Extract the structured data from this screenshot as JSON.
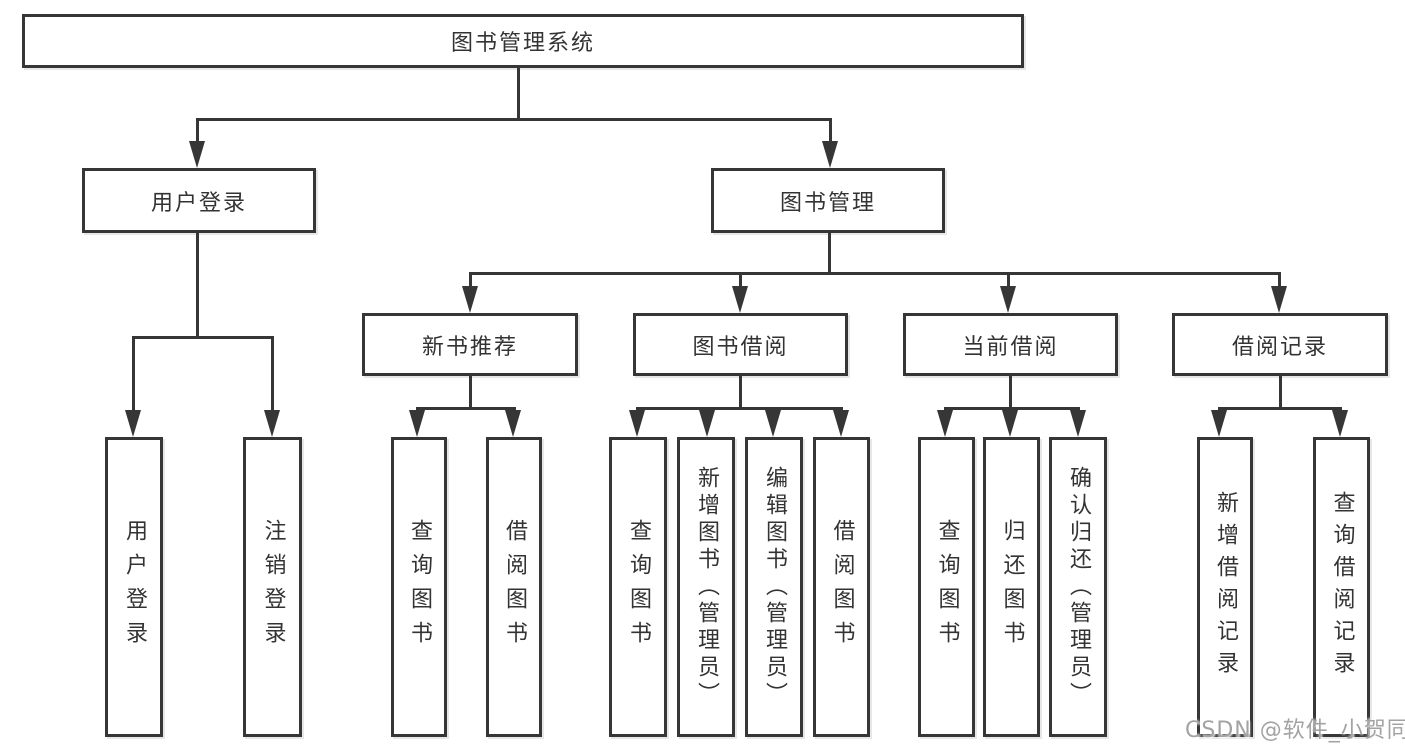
{
  "colors": {
    "line": "#363636",
    "text": "#333333",
    "background": "#ffffff",
    "watermark": "#a3a3a3"
  },
  "watermark": {
    "text": "CSDN @软件_小贺同学"
  },
  "tree": {
    "root": {
      "label": "图书管理系统"
    },
    "branches": [
      {
        "label": "用户登录",
        "children": [
          {
            "label": "用户登录"
          },
          {
            "label": "注销登录"
          }
        ]
      },
      {
        "label": "图书管理",
        "children": [
          {
            "label": "新书推荐",
            "children": [
              {
                "label": "查询图书"
              },
              {
                "label": "借阅图书"
              }
            ]
          },
          {
            "label": "图书借阅",
            "children": [
              {
                "label": "查询图书"
              },
              {
                "label": "新增图书（管理员）"
              },
              {
                "label": "编辑图书（管理员）"
              },
              {
                "label": "借阅图书"
              }
            ]
          },
          {
            "label": "当前借阅",
            "children": [
              {
                "label": "查询图书"
              },
              {
                "label": "归还图书"
              },
              {
                "label": "确认归还（管理员）"
              }
            ]
          },
          {
            "label": "借阅记录",
            "children": [
              {
                "label": "新增借阅记录"
              },
              {
                "label": "查询借阅记录"
              }
            ]
          }
        ]
      }
    ]
  }
}
